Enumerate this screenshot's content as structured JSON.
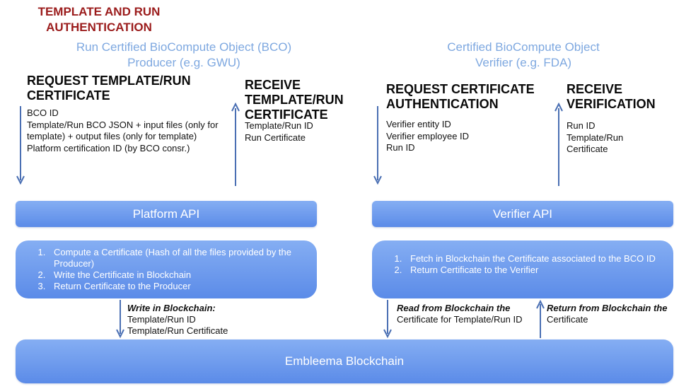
{
  "title": "TEMPLATE AND RUN AUTHENTICATION",
  "producer": {
    "subtitle_line1": "Run Certified BioCompute Object (BCO)",
    "subtitle_line2": "Producer (e.g. GWU)",
    "request": {
      "heading": "REQUEST TEMPLATE/RUN CERTIFICATE",
      "items": [
        "BCO ID",
        "Template/Run BCO JSON + input files (only for template) + output files (only for template)",
        "Platform certification ID (by BCO consr.)"
      ]
    },
    "receive": {
      "heading": "RECEIVE TEMPLATE/RUN CERTIFICATE",
      "items": [
        "Template/Run ID",
        "Run Certificate"
      ]
    },
    "api_label": "Platform API",
    "steps": [
      "Compute a Certificate (Hash of all the files provided by the Producer)",
      "Write the Certificate in Blockchain",
      "Return Certificate to the Producer"
    ],
    "write_note": {
      "heading": "Write in Blockchain:",
      "items": [
        "Template/Run ID",
        "Template/Run Certificate"
      ]
    }
  },
  "verifier": {
    "subtitle_line1": "Certified BioCompute Object",
    "subtitle_line2": "Verifier (e.g. FDA)",
    "request": {
      "heading": "REQUEST CERTIFICATE AUTHENTICATION",
      "items": [
        "Verifier entity ID",
        "Verifier employee ID",
        "Run ID"
      ]
    },
    "receive": {
      "heading": "RECEIVE VERIFICATION",
      "items": [
        "Run ID",
        "Template/Run Certificate"
      ]
    },
    "api_label": "Verifier API",
    "steps": [
      "Fetch in Blockchain the Certificate associated to the BCO ID",
      "Return Certificate to the Verifier"
    ],
    "read_note": {
      "heading": "Read from Blockchain the",
      "text": "Certificate for Template/Run ID"
    },
    "return_note": {
      "heading": "Return from Blockchain the",
      "text": "Certificate"
    }
  },
  "blockchain_label": "Embleema Blockchain",
  "colors": {
    "title": "#9b1c1c",
    "subtitle": "#7ea8e0",
    "bar_top": "#85aef3",
    "bar_bottom": "#5b8be8",
    "arrow": "#4a6fb3"
  }
}
